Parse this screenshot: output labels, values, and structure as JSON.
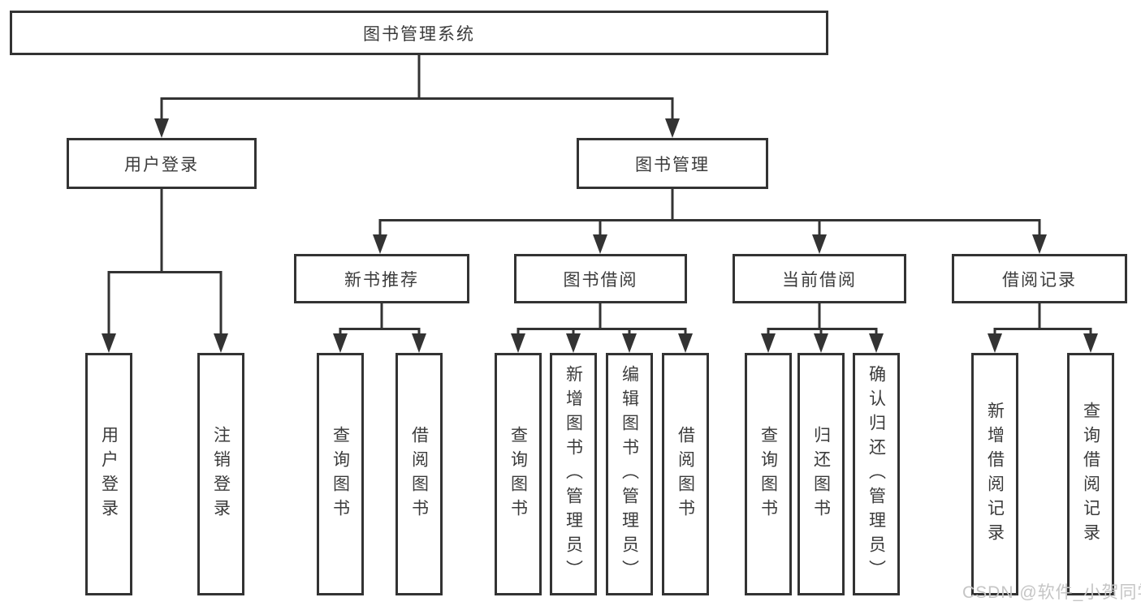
{
  "diagram": {
    "root": {
      "label": "图书管理系统"
    },
    "level2": [
      {
        "id": "user-login",
        "label": "用户登录"
      },
      {
        "id": "book-management",
        "label": "图书管理"
      }
    ],
    "level3": [
      {
        "id": "new-book-recommend",
        "label": "新书推荐"
      },
      {
        "id": "book-borrow",
        "label": "图书借阅"
      },
      {
        "id": "current-borrow",
        "label": "当前借阅"
      },
      {
        "id": "borrow-records",
        "label": "借阅记录"
      }
    ],
    "leaves": [
      {
        "group": "user-login",
        "label": "用户登录"
      },
      {
        "group": "user-login",
        "label": "注销登录"
      },
      {
        "group": "new-book-recommend",
        "label": "查询图书"
      },
      {
        "group": "new-book-recommend",
        "label": "借阅图书"
      },
      {
        "group": "book-borrow",
        "label": "查询图书"
      },
      {
        "group": "book-borrow",
        "label": "新增图书（管理员）"
      },
      {
        "group": "book-borrow",
        "label": "编辑图书（管理员）"
      },
      {
        "group": "book-borrow",
        "label": "借阅图书"
      },
      {
        "group": "current-borrow",
        "label": "查询图书"
      },
      {
        "group": "current-borrow",
        "label": "归还图书"
      },
      {
        "group": "current-borrow",
        "label": "确认归还（管理员）"
      },
      {
        "group": "borrow-records",
        "label": "新增借阅记录"
      },
      {
        "group": "borrow-records",
        "label": "查询借阅记录"
      }
    ],
    "watermark": "CSDN @软件_小贺同学",
    "colors": {
      "line": "#333333",
      "text": "#3b3b3b",
      "box_background": "#ffffff",
      "watermark": "#c5c5c5"
    }
  }
}
